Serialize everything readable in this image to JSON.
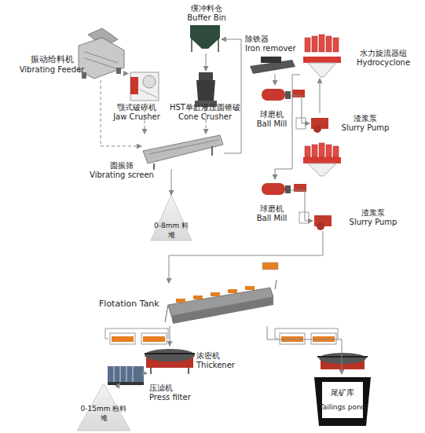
{
  "diagram": {
    "nodes": [
      {
        "text": [
          "缓冲料仓",
          "Buffer Bin"
        ]
      },
      {
        "text": [
          "振动给料机",
          "Vibrating Feeder"
        ]
      },
      {
        "text": [
          "颚式破碎机",
          "Jaw Crusher"
        ]
      },
      {
        "text": [
          "HST单缸液压圆锥破",
          "Cone Crusher"
        ]
      },
      {
        "text": [
          "除铁器",
          "Iron remover"
        ]
      },
      {
        "text": [
          "水力旋流器组",
          "Hydrocyclone"
        ]
      },
      {
        "text": [
          "球磨机",
          "Ball Mill"
        ]
      },
      {
        "text": [
          "渣浆泵",
          "Slurry Pump"
        ]
      },
      {
        "text": [
          "圆振筛",
          "Vibrating screen"
        ]
      },
      {
        "text": [
          "球磨机",
          "Ball Mill"
        ]
      },
      {
        "text": [
          "渣浆泵",
          "Slurry Pump"
        ]
      },
      {
        "text": [
          "0-8mm 料堆"
        ]
      },
      {
        "text": [
          "Flotation Tank"
        ]
      },
      {
        "text": [
          "浓密机",
          "Thickener"
        ]
      },
      {
        "text": [
          "压滤机",
          "Press filter"
        ]
      },
      {
        "text": [
          "0-15mm 粉料堆"
        ]
      },
      {
        "text": [
          "尾矿库",
          "Tailings pond"
        ]
      }
    ],
    "edges": [
      {
        "from": 1,
        "to": 2,
        "arrow": "to"
      },
      {
        "from": 1,
        "to": 8,
        "arrow": "to"
      },
      {
        "from": 2,
        "to": 8,
        "arrow": "to"
      },
      {
        "from": 0,
        "to": 3,
        "arrow": "to"
      },
      {
        "from": 3,
        "to": 8,
        "arrow": "to"
      },
      {
        "from": 8,
        "to": 11,
        "arrow": "to"
      },
      {
        "from": 8,
        "to": 0,
        "arrow": "to"
      },
      {
        "from": 4,
        "to": 6,
        "arrow": "to"
      },
      {
        "from": 6,
        "to": 7,
        "arrow": "to"
      },
      {
        "from": 7,
        "to": 5,
        "arrow": "to"
      },
      {
        "from": 5,
        "to": 9,
        "arrow": "to"
      },
      {
        "from": 9,
        "to": 10,
        "arrow": "to"
      },
      {
        "from": 10,
        "to": 12,
        "arrow": "to"
      },
      {
        "from": 12,
        "to": 13,
        "arrow": "to"
      },
      {
        "from": 13,
        "to": 14,
        "arrow": "to"
      },
      {
        "from": 14,
        "to": 15,
        "arrow": "to"
      },
      {
        "from": 12,
        "to": 16,
        "arrow": "to"
      }
    ]
  }
}
